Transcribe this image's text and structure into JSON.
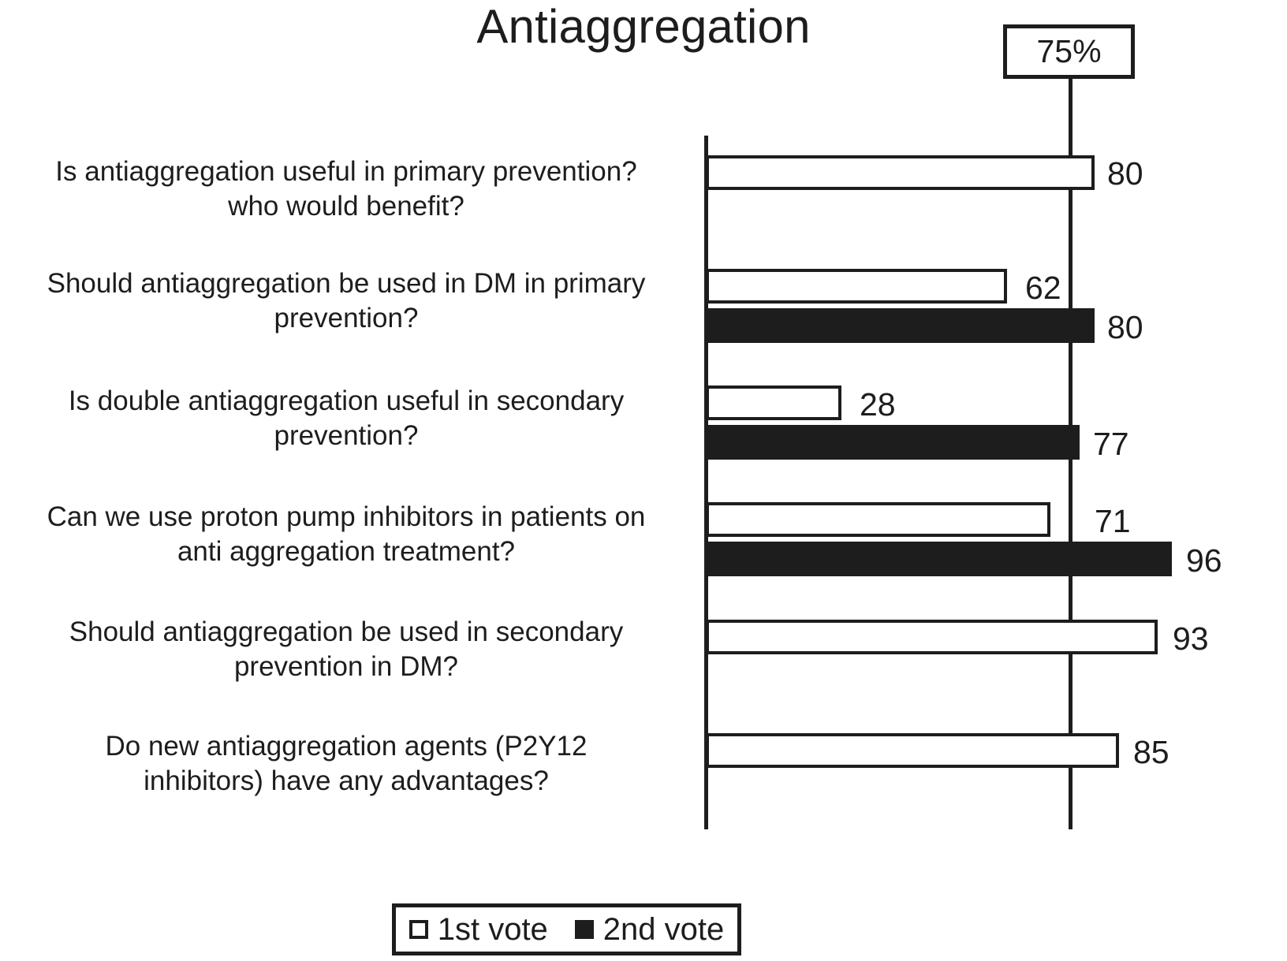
{
  "chart_data": {
    "type": "bar",
    "orientation": "horizontal",
    "title": "Antiaggregation",
    "xlabel": "",
    "ylabel": "",
    "xlim": [
      0,
      100
    ],
    "grid": false,
    "threshold": {
      "label": "75%",
      "value": 75
    },
    "legend": {
      "position": "bottom",
      "entries": [
        {
          "name": "1st vote",
          "style": "open",
          "color": "#ffffff"
        },
        {
          "name": "2nd vote",
          "style": "filled",
          "color": "#1d1d1d"
        }
      ]
    },
    "categories": [
      "Is antiaggregation useful in primary prevention? who would benefit?",
      "Should antiaggregation be used in DM in primary prevention?",
      "Is double antiaggregation useful in secondary prevention?",
      "Can we use proton pump inhibitors in patients on anti aggregation treatment?",
      "Should antiaggregation be used in secondary prevention in DM?",
      "Do new antiaggregation agents (P2Y12 inhibitors) have any advantages?"
    ],
    "series": [
      {
        "name": "1st vote",
        "values": [
          80,
          62,
          28,
          71,
          93,
          85
        ]
      },
      {
        "name": "2nd vote",
        "values": [
          null,
          80,
          77,
          96,
          null,
          null
        ]
      }
    ]
  },
  "title": {
    "text": "Antiaggregation"
  },
  "threshold_badge": {
    "text": "75%"
  },
  "questions": [
    {
      "line1": "Is antiaggregation useful in primary prevention?",
      "line2": "who would benefit?"
    },
    {
      "line1": "Should antiaggregation be used in DM in primary",
      "line2": "prevention?"
    },
    {
      "line1": "Is double antiaggregation useful in secondary",
      "line2": "prevention?"
    },
    {
      "line1": "Can we use proton pump inhibitors in patients on",
      "line2": "anti aggregation treatment?"
    },
    {
      "line1": "Should antiaggregation be used in secondary",
      "line2": "prevention in DM?"
    },
    {
      "line1": "Do new antiaggregation agents (P2Y12",
      "line2": "inhibitors) have any advantages?"
    }
  ],
  "bars": {
    "g1_first": "80",
    "g2_first": "62",
    "g2_second": "80",
    "g3_first": "28",
    "g3_second": "77",
    "g4_first": "71",
    "g4_second": "96",
    "g5_first": "93",
    "g6_first": "85"
  },
  "legend": {
    "first_label": "1st vote",
    "second_label": "2nd vote"
  }
}
